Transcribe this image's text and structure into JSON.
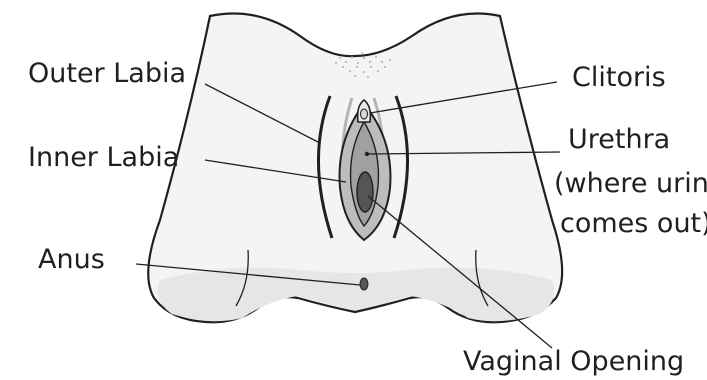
{
  "diagram": {
    "labels": {
      "outer_labia": "Outer Labia",
      "inner_labia": "Inner Labia",
      "anus": "Anus",
      "clitoris": "Clitoris",
      "urethra": "Urethra",
      "urethra_note_line1": "(where urine",
      "urethra_note_line2": "comes out)",
      "vaginal_opening": "Vaginal Opening"
    },
    "colors": {
      "skin_light": "#f4f4f4",
      "skin_shade": "#e4e4e4",
      "outline": "#231f20",
      "inner_labia_fill": "#bdbdbd",
      "opening_fill": "#555555",
      "text": "#231f20"
    }
  }
}
